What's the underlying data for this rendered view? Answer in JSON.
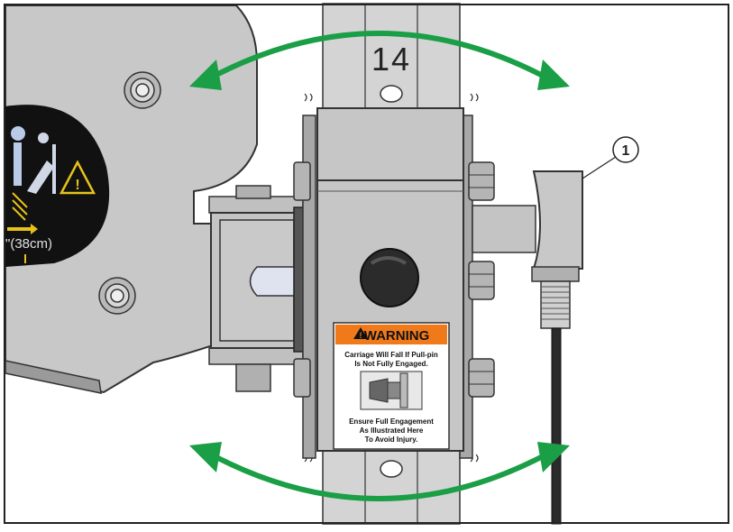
{
  "post": {
    "number": "14"
  },
  "callout": {
    "label": "1"
  },
  "warning_label": {
    "header": "WARNING",
    "line1": "Carriage Will Fall If Pull-pin",
    "line2": "Is Not Fully Engaged.",
    "line3": "Ensure Full Engagement",
    "line4": "As Illustrated Here",
    "line5": "To Avoid Injury."
  },
  "decal": {
    "measurement": "\"(38cm)"
  },
  "colors": {
    "arrow_green": "#1a9e46",
    "warning_orange": "#f07a1a",
    "metal_gray": "#c8c8c8",
    "decal_black": "#111111"
  }
}
